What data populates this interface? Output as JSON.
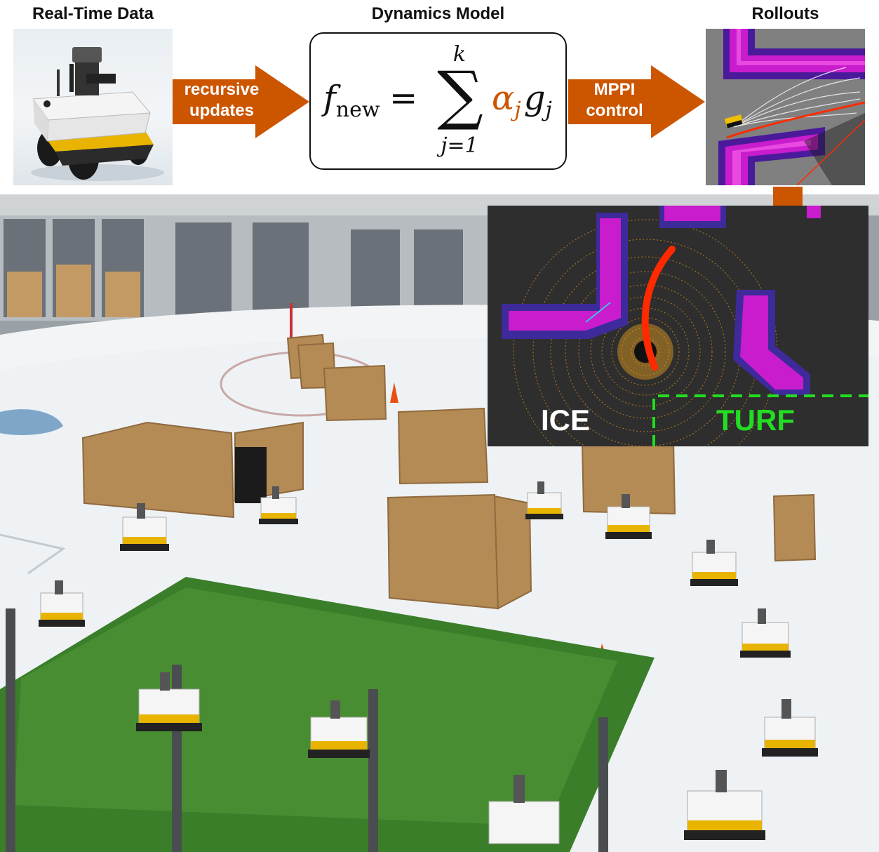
{
  "headers": {
    "realtime": "Real-Time Data",
    "dynamics": "Dynamics Model",
    "rollouts": "Rollouts"
  },
  "arrows": {
    "recursive_line1": "recursive",
    "recursive_line2": "updates",
    "mppi_line1": "MPPI",
    "mppi_line2": "control"
  },
  "formula": {
    "f": "f",
    "f_sub": "new",
    "equals": "=",
    "sum": "∑",
    "upper": "k",
    "lower": "j=1",
    "alpha": "α",
    "alpha_sub": "j",
    "g": "g",
    "g_sub": "j"
  },
  "costmap": {
    "ice_label": "ICE",
    "turf_label": "TURF"
  },
  "colors": {
    "arrow": "#cc5500",
    "alpha": "#cc5500",
    "magenta": "#c81ccd",
    "purple": "#4a1a9a",
    "turf": "#22dd22",
    "trajectory": "#ff2a00"
  }
}
